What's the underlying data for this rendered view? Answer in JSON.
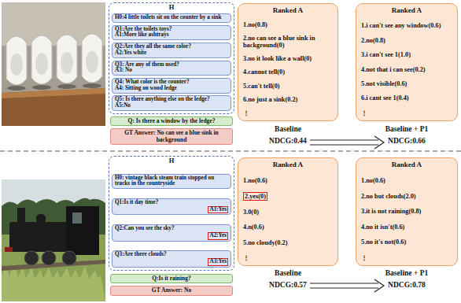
{
  "diagram": {
    "nodes": [
      {
        "text": [
          "H"
        ]
      },
      {
        "text": [
          "H0:4 little toilets sit on the counter by a sink"
        ],
        "in": 0
      },
      {
        "text": [
          "Q1:Are the toilets toys?",
          "A1:More like ashtrays"
        ],
        "in": 0
      },
      {
        "text": [
          "Q2:Are they all the same color?",
          "A2:Yes white"
        ],
        "in": 0
      },
      {
        "text": [
          "Q3: Are any of them used?",
          "A3: No"
        ],
        "in": 0
      },
      {
        "text": [
          "Q4: What color is the counter?",
          "A4: Sitting on wood ledge"
        ],
        "in": 0
      },
      {
        "text": [
          "Q5: Is there anything else on the ledge?",
          "A5:No"
        ],
        "in": 0
      },
      {
        "text": [
          "Q: Is there a window by the ledge?"
        ]
      },
      {
        "text": [
          "GT Answer: No can see a blue sink in background"
        ]
      },
      {
        "text": [
          "Ranked A",
          "1.no(0.8)",
          "2.no can see a blue sink in background(0)",
          "3.no it look like a wall(0)",
          "4.cannot tell(0)",
          "5.can't tell(0)",
          "6.no just a sink(0.2)",
          "⋮"
        ]
      },
      {
        "text": [
          "Ranked A",
          "1.i can't see any window(0.6)",
          "2.no(0.8)",
          "3.i can't see 1(1.0)",
          "4.not that i can see(0.2)",
          "5.not visible(0.6)",
          "6.i cant see 1(0.4)",
          "⋮"
        ]
      },
      {
        "text": [
          "H"
        ]
      },
      {
        "text": [
          "H0: vintage black steam train stopped on tracks in the countryside"
        ],
        "in": 11
      },
      {
        "text": [
          "Q1:Is it day time?",
          "A1:Yes"
        ],
        "in": 11
      },
      {
        "text": [
          "Q2:Can you see the sky?",
          "A2:Yes"
        ],
        "in": 11
      },
      {
        "text": [
          "Q3:Are there clouds?",
          "A3:Yes"
        ],
        "in": 11
      },
      {
        "text": [
          "Q:Is it raining?"
        ]
      },
      {
        "text": [
          "GT Answer: No"
        ]
      },
      {
        "text": [
          "Ranked A",
          "1.no(0.6)",
          "2.yes(0)",
          "3.0(0)",
          "4.n(0.6)",
          "5.no cloudy(0.2)",
          "⋮"
        ]
      },
      {
        "text": [
          "Ranked A",
          "1.no(0.6)",
          "2.no but clouds(2.0)",
          "3.it is not raining(0.8)",
          "4.no it isn't(0.6)",
          "5.no it's not(0.6)",
          "⋮"
        ]
      }
    ],
    "labels": [
      "Baseline",
      "NDCG:0.44",
      "Baseline + P1",
      "NDCG:0.66",
      "Baseline",
      "NDCG:0.57",
      "Baseline + P1",
      "NDCG:0.78"
    ]
  }
}
